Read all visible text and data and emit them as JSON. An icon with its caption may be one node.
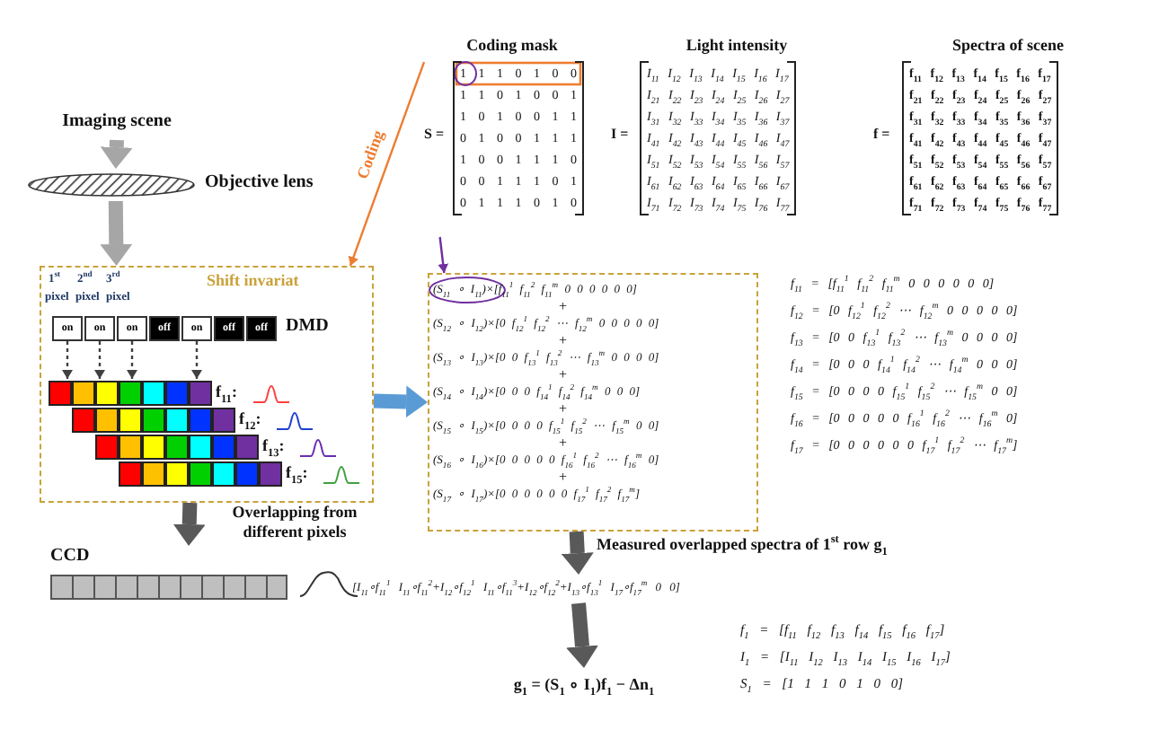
{
  "diagram": {
    "nodes": [
      {
        "text": [
          "Imaging scene"
        ]
      },
      {
        "text": [
          "Objective lens"
        ]
      },
      {
        "text": [
          "Shift invariat"
        ]
      },
      {
        "text": [
          "DMD"
        ],
        "in": 2
      },
      {
        "text": [
          "on"
        ],
        "in": 3
      },
      {
        "text": [
          "on"
        ],
        "in": 3
      },
      {
        "text": [
          "on"
        ],
        "in": 3
      },
      {
        "text": [
          "off"
        ],
        "in": 3
      },
      {
        "text": [
          "on"
        ],
        "in": 3
      },
      {
        "text": [
          "off"
        ],
        "in": 3
      },
      {
        "text": [
          "off"
        ],
        "in": 3
      },
      {
        "text": [
          "f$_{11}$:",
          "f$_{12}$:",
          "f$_{13}$:",
          "f$_{15}$:"
        ],
        "in": 2
      },
      {
        "text": [
          "CCD"
        ]
      },
      {
        "text": [
          "Coding mask",
          "S =",
          "1 1 1 0 1 0 0",
          "1 1 0 1 0 0 1",
          "1 0 1 0 0 1 1",
          "0 1 0 0 1 1 1",
          "1 0 0 1 1 1 0",
          "0 0 1 1 1 0 1",
          "0 1 1 1 0 1 0"
        ]
      },
      {
        "text": [
          "Light intensity",
          "I =",
          "I$_{11}$ I$_{12}$ I$_{13}$ I$_{14}$ I$_{15}$ I$_{16}$ I$_{17}$",
          "I$_{21}$ I$_{22}$ I$_{23}$ I$_{24}$ I$_{25}$ I$_{26}$ I$_{27}$",
          "I$_{31}$ I$_{32}$ I$_{33}$ I$_{34}$ I$_{35}$ I$_{36}$ I$_{37}$",
          "I$_{41}$ I$_{42}$ I$_{43}$ I$_{44}$ I$_{45}$ I$_{46}$ I$_{47}$",
          "I$_{51}$ I$_{52}$ I$_{53}$ I$_{54}$ I$_{55}$ I$_{56}$ I$_{57}$",
          "I$_{61}$ I$_{62}$ I$_{63}$ I$_{64}$ I$_{65}$ I$_{66}$ I$_{67}$",
          "I$_{71}$ I$_{72}$ I$_{73}$ I$_{74}$ I$_{75}$ I$_{76}$ I$_{77}$"
        ]
      },
      {
        "text": [
          "Spectra of scene",
          "f =",
          "f$_{11}$ f$_{12}$ f$_{13}$ f$_{14}$ f$_{15}$ f$_{16}$ f$_{17}$",
          "f$_{21}$ f$_{22}$ f$_{23}$ f$_{24}$ f$_{25}$ f$_{26}$ f$_{27}$",
          "f$_{31}$ f$_{32}$ f$_{33}$ f$_{34}$ f$_{35}$ f$_{36}$ f$_{37}$",
          "f$_{41}$ f$_{42}$ f$_{43}$ f$_{44}$ f$_{45}$ f$_{46}$ f$_{47}$",
          "f$_{51}$ f$_{52}$ f$_{53}$ f$_{54}$ f$_{55}$ f$_{56}$ f$_{57}$",
          "f$_{61}$ f$_{62}$ f$_{63}$ f$_{64}$ f$_{65}$ f$_{66}$ f$_{67}$",
          "f$_{71}$ f$_{72}$ f$_{73}$ f$_{74}$ f$_{75}$ f$_{76}$ f$_{77}$"
        ]
      },
      {
        "text": [
          "(S$_{11}$ ∘ I$_{11}$)×[f$_{11}$$^{1}$ f$_{11}$$^{2}$ f$_{11}$$^{m}$ 0 0 0 0 0 0]",
          "+",
          "(S$_{12}$ ∘ I$_{12}$)×[0 f$_{12}$$^{1}$ f$_{12}$$^{2}$ ⋯ f$_{12}$$^{m}$ 0 0 0 0 0]",
          "+",
          "(S$_{13}$ ∘ I$_{13}$)×[0 0 f$_{13}$$^{1}$ f$_{13}$$^{2}$ ⋯ f$_{13}$$^{m}$ 0 0 0 0]",
          "+",
          "(S$_{14}$ ∘ I$_{14}$)×[0 0 0 f$_{14}$$^{1}$ f$_{14}$$^{2}$ f$_{14}$$^{m}$ 0 0 0]",
          "+",
          "(S$_{15}$ ∘ I$_{15}$)×[0 0 0 0 f$_{15}$$^{1}$ f$_{15}$$^{2}$ ⋯ f$_{15}$$^{m}$ 0 0]",
          "+",
          "(S$_{16}$ ∘ I$_{16}$)×[0 0 0 0 0 f$_{16}$$^{1}$ f$_{16}$$^{2}$ ⋯ f$_{16}$$^{m}$ 0]",
          "+",
          "(S$_{17}$ ∘ I$_{17}$)×[0 0 0 0 0 0 f$_{17}$$^{1}$ f$_{17}$$^{2}$ f$_{17}$$^{m}$]"
        ]
      },
      {
        "text": [
          "[I$_{11}$∘f$_{11}$$^{1}$ I$_{11}$∘f$_{11}$$^{2}$+I$_{12}$∘f$_{12}$$^{1}$ I$_{11}$∘f$_{11}$$^{3}$+I$_{12}$∘f$_{12}$$^{2}$+I$_{13}$∘f$_{13}$$^{1}$ I$_{17}$∘f$_{17}$$^{m}$ 0 0]"
        ]
      },
      {
        "text": [
          "g$_{1}$ = (S$_{1}$ ∘ I$_{1}$)f$_{1}$ − Δn$_{1}$"
        ]
      }
    ],
    "edges": [
      {
        "from": 0,
        "to": 1,
        "arrow": "to",
        "style": "thick",
        "color": "#a6a6a6"
      },
      {
        "from": 1,
        "to": 2,
        "arrow": "to",
        "style": "thick",
        "color": "#a6a6a6"
      },
      {
        "from": 13,
        "to": 2,
        "arrow": "to",
        "label": "Coding",
        "color": "#ed7d31"
      },
      {
        "from": 13,
        "to": 16,
        "arrow": "to",
        "color": "#7030a0"
      },
      {
        "from": 4,
        "to": 11,
        "arrow": "to",
        "style": "dashed"
      },
      {
        "from": 5,
        "to": 11,
        "arrow": "to",
        "style": "dashed"
      },
      {
        "from": 6,
        "to": 11,
        "arrow": "to",
        "style": "dashed"
      },
      {
        "from": 8,
        "to": 11,
        "arrow": "to",
        "style": "dashed"
      },
      {
        "from": 2,
        "to": 16,
        "arrow": "to",
        "style": "thick",
        "color": "#5b9bd5"
      },
      {
        "from": 2,
        "to": 12,
        "arrow": "to",
        "label": "Overlapping from different pixels",
        "style": "thick",
        "color": "#595959"
      },
      {
        "from": 16,
        "to": 17,
        "arrow": "to",
        "label": "Measured overlapped spectra of 1$^{st}$ row g$_{1}$",
        "style": "thick",
        "color": "#595959"
      },
      {
        "from": 17,
        "to": 18,
        "arrow": "to",
        "style": "thick",
        "color": "#595959"
      }
    ],
    "labels": [
      "1$^{st}$",
      "2$^{nd}$",
      "3$^{rd}$",
      "pixel",
      "pixel",
      "pixel",
      "f$_{11}$ = [f$_{11}$$^{1}$ f$_{11}$$^{2}$ f$_{11}$$^{m}$ 0 0 0 0 0 0]",
      "f$_{12}$ = [0 f$_{12}$$^{1}$ f$_{12}$$^{2}$ ⋯ f$_{12}$$^{m}$ 0 0 0 0 0]",
      "f$_{13}$ = [0 0 f$_{13}$$^{1}$ f$_{13}$$^{2}$ ⋯ f$_{13}$$^{m}$ 0 0 0 0]",
      "f$_{14}$ = [0 0 0 f$_{14}$$^{1}$ f$_{14}$$^{2}$ ⋯ f$_{14}$$^{m}$ 0 0 0]",
      "f$_{15}$ = [0 0 0 0 f$_{15}$$^{1}$ f$_{15}$$^{2}$ ⋯ f$_{15}$$^{m}$ 0 0]",
      "f$_{16}$ = [0 0 0 0 0 f$_{16}$$^{1}$ f$_{16}$$^{2}$ ⋯ f$_{16}$$^{m}$ 0]",
      "f$_{17}$ = [0 0 0 0 0 0 f$_{17}$$^{1}$ f$_{17}$$^{2}$ ⋯ f$_{17}$$^{m}$]",
      "f$_{1}$ = [f$_{11}$ f$_{12}$ f$_{13}$ f$_{14}$ f$_{15}$ f$_{16}$ f$_{17}$]",
      "I$_{1}$ = [I$_{11}$ I$_{12}$ I$_{13}$ I$_{14}$ I$_{15}$ I$_{16}$ I$_{17}$]",
      "S$_{1}$ = [1 1 1 0 1 0 0]"
    ]
  }
}
